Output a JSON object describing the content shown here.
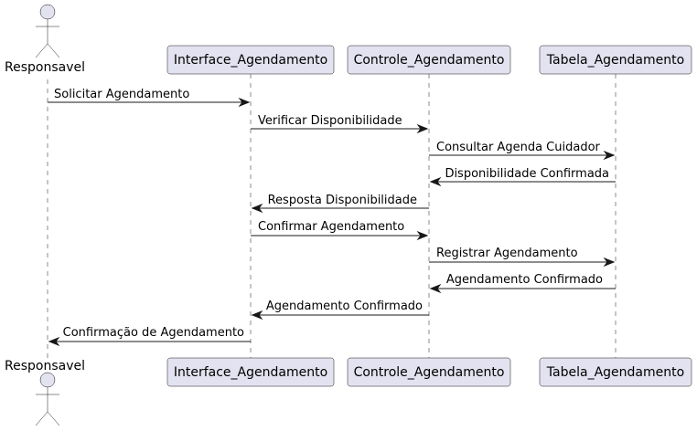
{
  "actor": {
    "name": "Responsavel"
  },
  "participants": [
    {
      "name": "Interface_Agendamento"
    },
    {
      "name": "Controle_Agendamento"
    },
    {
      "name": "Tabela_Agendamento"
    }
  ],
  "messages": [
    {
      "from": 0,
      "to": 1,
      "text": "Solicitar Agendamento"
    },
    {
      "from": 1,
      "to": 2,
      "text": "Verificar Disponibilidade"
    },
    {
      "from": 2,
      "to": 3,
      "text": "Consultar Agenda Cuidador"
    },
    {
      "from": 3,
      "to": 2,
      "text": "Disponibilidade Confirmada"
    },
    {
      "from": 2,
      "to": 1,
      "text": "Resposta Disponibilidade"
    },
    {
      "from": 1,
      "to": 2,
      "text": "Confirmar Agendamento"
    },
    {
      "from": 2,
      "to": 3,
      "text": "Registrar Agendamento"
    },
    {
      "from": 3,
      "to": 2,
      "text": "Agendamento Confirmado"
    },
    {
      "from": 2,
      "to": 1,
      "text": "Agendamento Confirmado"
    },
    {
      "from": 1,
      "to": 0,
      "text": "Confirmação de Agendamento"
    }
  ],
  "colors": {
    "participant_fill": "#e2e2f0",
    "line": "#181818"
  }
}
